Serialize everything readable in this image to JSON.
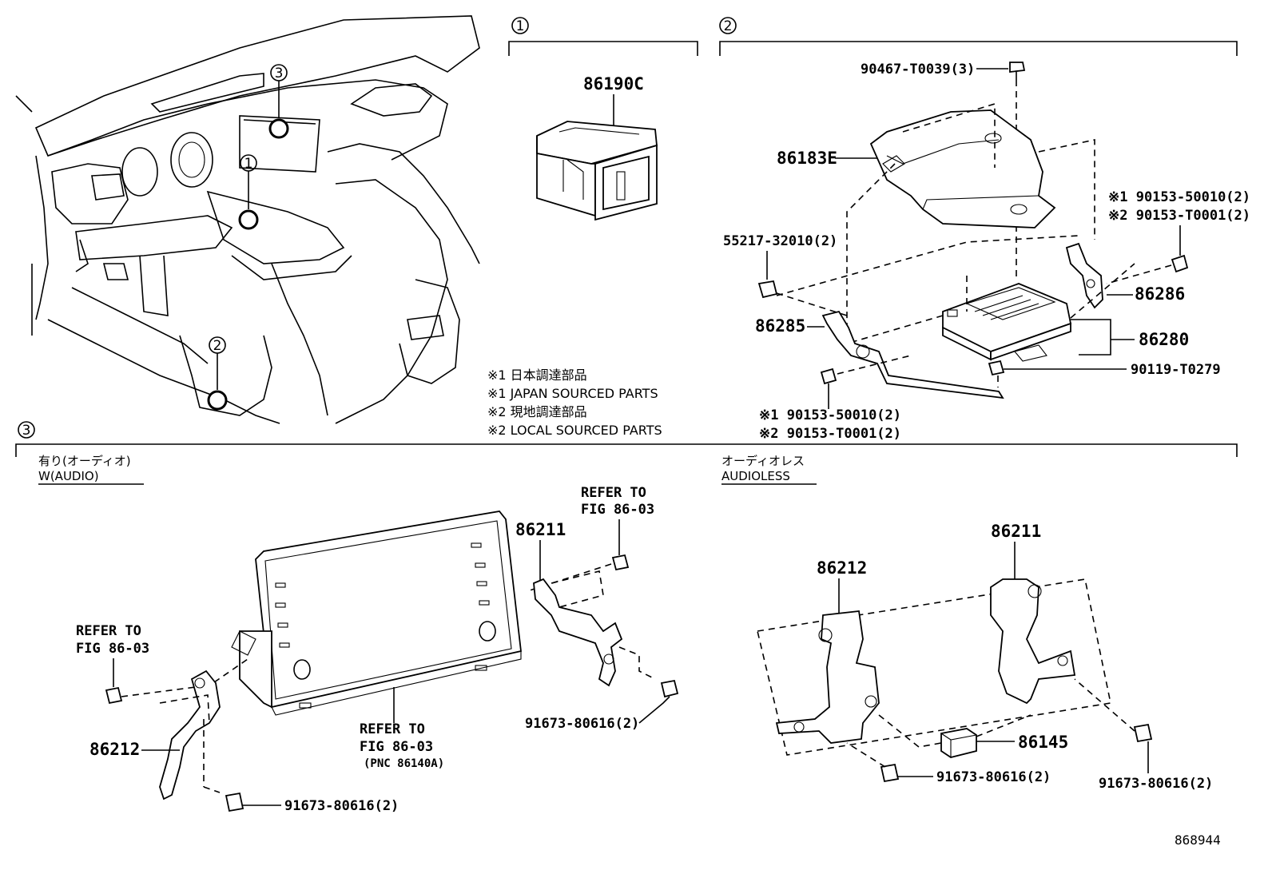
{
  "diagram_id": "868944",
  "callouts": [
    "1",
    "2",
    "3"
  ],
  "notes": [
    "※1 日本調達部品",
    "※1 JAPAN SOURCED PARTS",
    "※2 現地調達部品",
    "※2 LOCAL SOURCED PARTS"
  ],
  "section1": {
    "part": "86190C"
  },
  "section2": {
    "parts": {
      "bolt_top": "90467-T0039(3)",
      "cover": "86183E",
      "clip": "55217-32010(2)",
      "bracket_left": "86285",
      "bracket_right": "86286",
      "amplifier": "86280",
      "screw": "90119-T0279",
      "bolt_right_1": "※1 90153-50010(2)",
      "bolt_right_2": "※2 90153-T0001(2)",
      "bolt_bottom_1": "※1 90153-50010(2)",
      "bolt_bottom_2": "※2 90153-T0001(2)"
    }
  },
  "section3": {
    "left": {
      "title_jp": "有り(オーディオ)",
      "title_en": "W(AUDIO)",
      "refer_top": [
        "REFER TO",
        "FIG 86-03"
      ],
      "refer_left": [
        "REFER TO",
        "FIG 86-03"
      ],
      "refer_bottom": [
        "REFER TO",
        "FIG 86-03",
        "(PNC 86140A)"
      ],
      "bracket_right": "86211",
      "bracket_left": "86212",
      "bolt_right": "91673-80616(2)",
      "bolt_left": "91673-80616(2)"
    },
    "right": {
      "title_jp": "オーディオレス",
      "title_en": "AUDIOLESS",
      "bracket_right": "86211",
      "bracket_left": "86212",
      "module": "86145",
      "bolt_center": "91673-80616(2)",
      "bolt_right": "91673-80616(2)"
    }
  }
}
